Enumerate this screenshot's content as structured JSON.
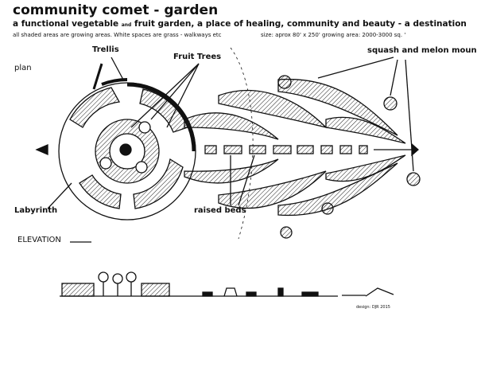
{
  "header": {
    "title": "community comet - garden",
    "subtitle_part1": "a functional vegetable",
    "subtitle_and": "and",
    "subtitle_part2": "fruit garden, a place of healing, community and beauty - a destination",
    "note": "all shaded areas are growing areas. White spaces are grass -  walkways etc",
    "size": "size:  aprox 80' x 250'   growing area: 2000-3000 sq. '"
  },
  "labels": {
    "plan": "plan",
    "trellis": "Trellis",
    "fruit_trees": "Fruit Trees",
    "squash": "squash and melon mounds",
    "labyrinth": "Labyrinth",
    "raised_beds": "raised beds",
    "elevation": "ELEVATION",
    "design": "design:  DJR 2015"
  }
}
